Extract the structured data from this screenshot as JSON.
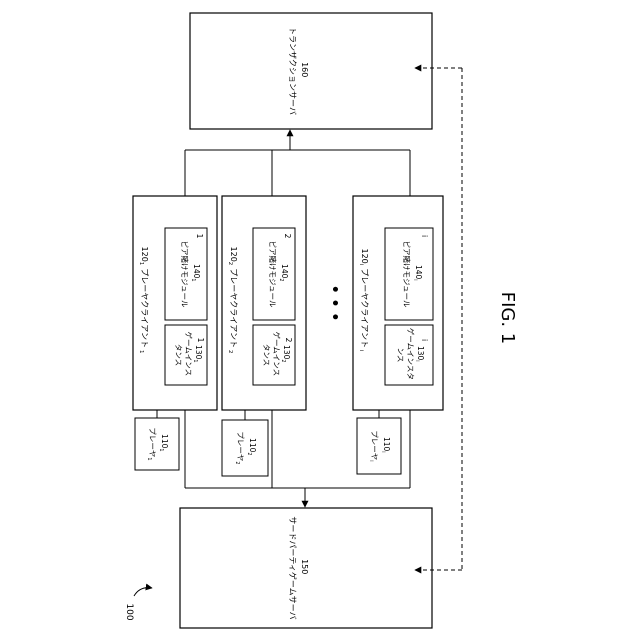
{
  "figure": {
    "fig_label": "FIG. 1",
    "system_ref": "100",
    "dots": "• • •"
  },
  "transaction_server": {
    "ref": "160",
    "label": "トランザクションサーバ"
  },
  "third_party_server": {
    "ref": "150",
    "label": "サードパーティゲームサーバ"
  },
  "clients": [
    {
      "ref": "120",
      "ref_sub": "1",
      "label": "プレーヤクライアント",
      "label_sub": "1",
      "game": {
        "ref": "130",
        "ref_sub": "1",
        "line1": "ゲームインス",
        "line2": "タンス",
        "index": "1"
      },
      "module": {
        "ref": "140",
        "ref_sub": "1",
        "label": "ピア賭けモジュール",
        "index": "1"
      },
      "player": {
        "ref": "110",
        "ref_sub": "1",
        "label": "プレーヤ",
        "label_sub": "1"
      }
    },
    {
      "ref": "120",
      "ref_sub": "2",
      "label": "プレーヤクライアント",
      "label_sub": "2",
      "game": {
        "ref": "130",
        "ref_sub": "2",
        "line1": "ゲームインス",
        "line2": "タンス",
        "index": "2"
      },
      "module": {
        "ref": "140",
        "ref_sub": "2",
        "label": "ピア賭けモジュール",
        "index": "2"
      },
      "player": {
        "ref": "110",
        "ref_sub": "2",
        "label": "プレーヤ",
        "label_sub": "2"
      }
    },
    {
      "ref": "120",
      "ref_sub": "i",
      "label": "プレーヤクライアント",
      "label_sub": "i",
      "game": {
        "ref": "130",
        "ref_sub": "i",
        "line1": "ゲームインスタ",
        "line2": "ンス",
        "index": "i"
      },
      "module": {
        "ref": "140",
        "ref_sub": "i",
        "label": "ピア賭けモジュール",
        "index": "i"
      },
      "player": {
        "ref": "110",
        "ref_sub": "i",
        "label": "プレーヤ",
        "label_sub": "i"
      }
    }
  ]
}
